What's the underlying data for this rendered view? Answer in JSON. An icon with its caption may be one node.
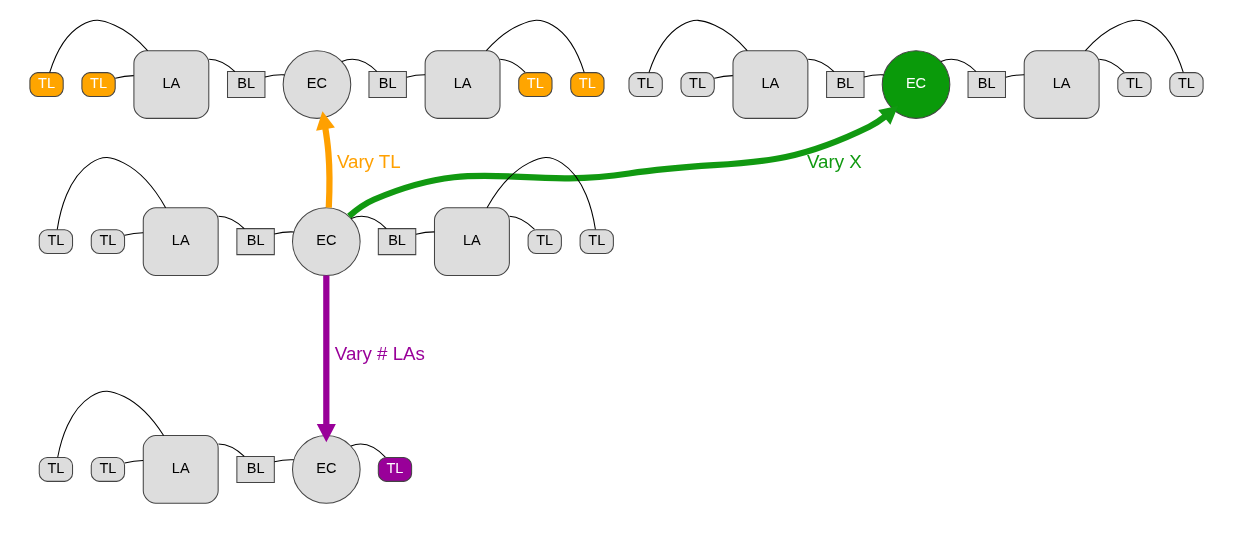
{
  "diagram": {
    "nodes": [
      {
        "text": [
          "TL"
        ]
      },
      {
        "text": [
          "TL"
        ]
      },
      {
        "text": [
          "LA"
        ]
      },
      {
        "text": [
          "BL"
        ]
      },
      {
        "text": [
          "EC"
        ]
      },
      {
        "text": [
          "BL"
        ]
      },
      {
        "text": [
          "LA"
        ]
      },
      {
        "text": [
          "TL"
        ]
      },
      {
        "text": [
          "TL"
        ]
      },
      {
        "text": [
          "TL"
        ]
      },
      {
        "text": [
          "TL"
        ]
      },
      {
        "text": [
          "LA"
        ]
      },
      {
        "text": [
          "BL"
        ]
      },
      {
        "text": [
          "EC"
        ]
      },
      {
        "text": [
          "BL"
        ]
      },
      {
        "text": [
          "LA"
        ]
      },
      {
        "text": [
          "TL"
        ]
      },
      {
        "text": [
          "TL"
        ]
      },
      {
        "text": [
          "TL"
        ]
      },
      {
        "text": [
          "TL"
        ]
      },
      {
        "text": [
          "LA"
        ]
      },
      {
        "text": [
          "BL"
        ]
      },
      {
        "text": [
          "EC"
        ]
      },
      {
        "text": [
          "BL"
        ]
      },
      {
        "text": [
          "LA"
        ]
      },
      {
        "text": [
          "TL"
        ]
      },
      {
        "text": [
          "TL"
        ]
      },
      {
        "text": [
          "TL"
        ]
      },
      {
        "text": [
          "TL"
        ]
      },
      {
        "text": [
          "LA"
        ]
      },
      {
        "text": [
          "BL"
        ]
      },
      {
        "text": [
          "EC"
        ]
      },
      {
        "text": [
          "TL"
        ]
      }
    ],
    "edges": [
      {
        "from": 0,
        "to": 2,
        "arrow": "none"
      },
      {
        "from": 1,
        "to": 2,
        "arrow": "none"
      },
      {
        "from": 2,
        "to": 3,
        "arrow": "none"
      },
      {
        "from": 3,
        "to": 4,
        "arrow": "none"
      },
      {
        "from": 4,
        "to": 5,
        "arrow": "none"
      },
      {
        "from": 5,
        "to": 6,
        "arrow": "none"
      },
      {
        "from": 6,
        "to": 7,
        "arrow": "none"
      },
      {
        "from": 6,
        "to": 8,
        "arrow": "none"
      },
      {
        "from": 9,
        "to": 11,
        "arrow": "none"
      },
      {
        "from": 10,
        "to": 11,
        "arrow": "none"
      },
      {
        "from": 11,
        "to": 12,
        "arrow": "none"
      },
      {
        "from": 12,
        "to": 13,
        "arrow": "none"
      },
      {
        "from": 13,
        "to": 14,
        "arrow": "none"
      },
      {
        "from": 14,
        "to": 15,
        "arrow": "none"
      },
      {
        "from": 15,
        "to": 16,
        "arrow": "none"
      },
      {
        "from": 15,
        "to": 17,
        "arrow": "none"
      },
      {
        "from": 18,
        "to": 20,
        "arrow": "none"
      },
      {
        "from": 19,
        "to": 20,
        "arrow": "none"
      },
      {
        "from": 20,
        "to": 21,
        "arrow": "none"
      },
      {
        "from": 21,
        "to": 22,
        "arrow": "none"
      },
      {
        "from": 22,
        "to": 23,
        "arrow": "none"
      },
      {
        "from": 23,
        "to": 24,
        "arrow": "none"
      },
      {
        "from": 24,
        "to": 25,
        "arrow": "none"
      },
      {
        "from": 24,
        "to": 26,
        "arrow": "none"
      },
      {
        "from": 27,
        "to": 29,
        "arrow": "none"
      },
      {
        "from": 28,
        "to": 29,
        "arrow": "none"
      },
      {
        "from": 29,
        "to": 30,
        "arrow": "none"
      },
      {
        "from": 30,
        "to": 31,
        "arrow": "none"
      },
      {
        "from": 31,
        "to": 32,
        "arrow": "none"
      },
      {
        "from": 22,
        "to": 4,
        "arrow": "to",
        "label": "Vary TL",
        "style": "thick",
        "color": "#ffa000"
      },
      {
        "from": 22,
        "to": 13,
        "arrow": "to",
        "label": "Vary X",
        "style": "thick",
        "color": "#119911"
      },
      {
        "from": 22,
        "to": 31,
        "arrow": "to",
        "label": "Vary # LAs",
        "style": "thick",
        "color": "#990099"
      }
    ]
  }
}
